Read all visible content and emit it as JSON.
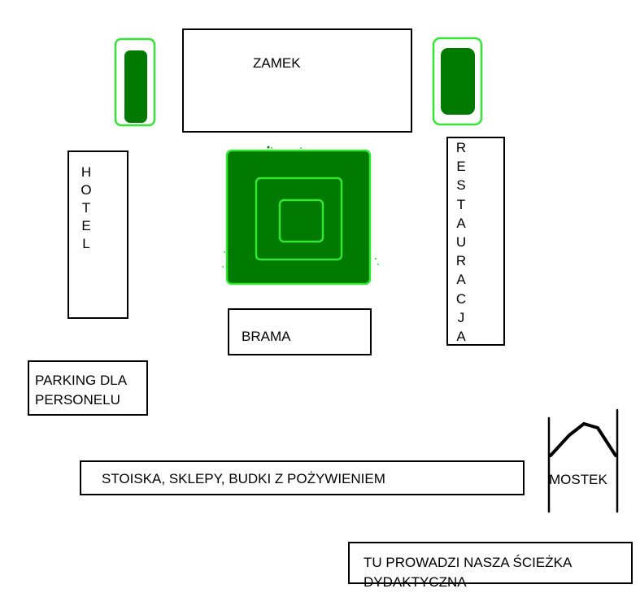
{
  "map": {
    "zamek": "ZAMEK",
    "hotel": [
      "H",
      "O",
      "T",
      "E",
      "L"
    ],
    "restauracja": [
      "R",
      "E",
      "S",
      "T",
      "A",
      "U",
      "R",
      "A",
      "C",
      "J",
      "A"
    ],
    "brama": "BRAMA",
    "parking_line1": "PARKING DLA",
    "parking_line2": "PERSONELU",
    "stoiska": "STOISKA, SKLEPY, BUDKI Z POŻYWIENIEM",
    "mostek": "MOSTEK",
    "sciezka_line1": "TU PROWADZI NASZA ŚCIEŻKA",
    "sciezka_line2": "DYDAKTYCZNA"
  },
  "colors": {
    "dark_green": "#007A00",
    "light_green": "#33E633"
  }
}
